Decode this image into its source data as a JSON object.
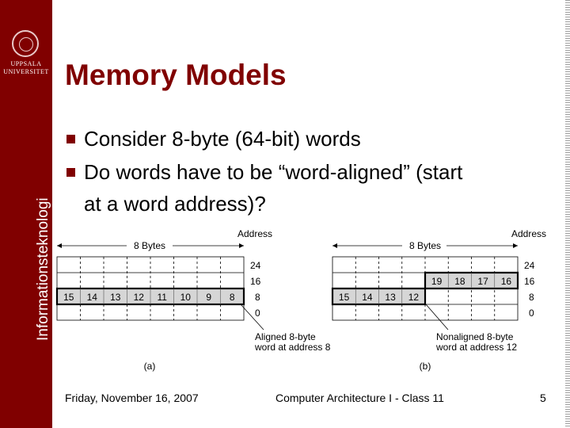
{
  "sidebar": {
    "university_line1": "UPPSALA",
    "university_line2": "UNIVERSITET",
    "vertical_label": "Informationsteknologi"
  },
  "title": "Memory Models",
  "bullets": [
    "Consider 8-byte (64-bit) words",
    "Do words have to be “word-aligned” (start",
    "at a word address)?"
  ],
  "figure": {
    "address_label": "Address",
    "width_label": "8 Bytes",
    "addresses": [
      "24",
      "16",
      "8",
      "0"
    ],
    "a": {
      "cells": [
        "15",
        "14",
        "13",
        "12",
        "11",
        "10",
        "9",
        "8"
      ],
      "caption_line1": "Aligned 8-byte",
      "caption_line2": "word at address 8",
      "panel_label": "(a)"
    },
    "b": {
      "cells_upper": [
        "19",
        "18",
        "17",
        "16"
      ],
      "cells_lower": [
        "15",
        "14",
        "13",
        "12"
      ],
      "caption_line1": "Nonaligned 8-byte",
      "caption_line2": "word at address 12",
      "panel_label": "(b)"
    }
  },
  "footer": {
    "date": "Friday, November 16, 2007",
    "course": "Computer Architecture I - Class 11",
    "page": "5"
  }
}
